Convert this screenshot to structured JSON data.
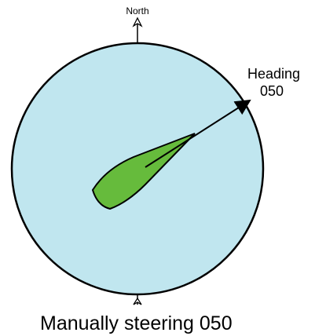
{
  "compass": {
    "north_label": "North",
    "face_color": "#c0e6ef",
    "boat_color": "#66bb3c",
    "heading_deg": 50
  },
  "heading": {
    "label": "Heading",
    "value": "050"
  },
  "caption": {
    "text": "Manually steering 050"
  }
}
